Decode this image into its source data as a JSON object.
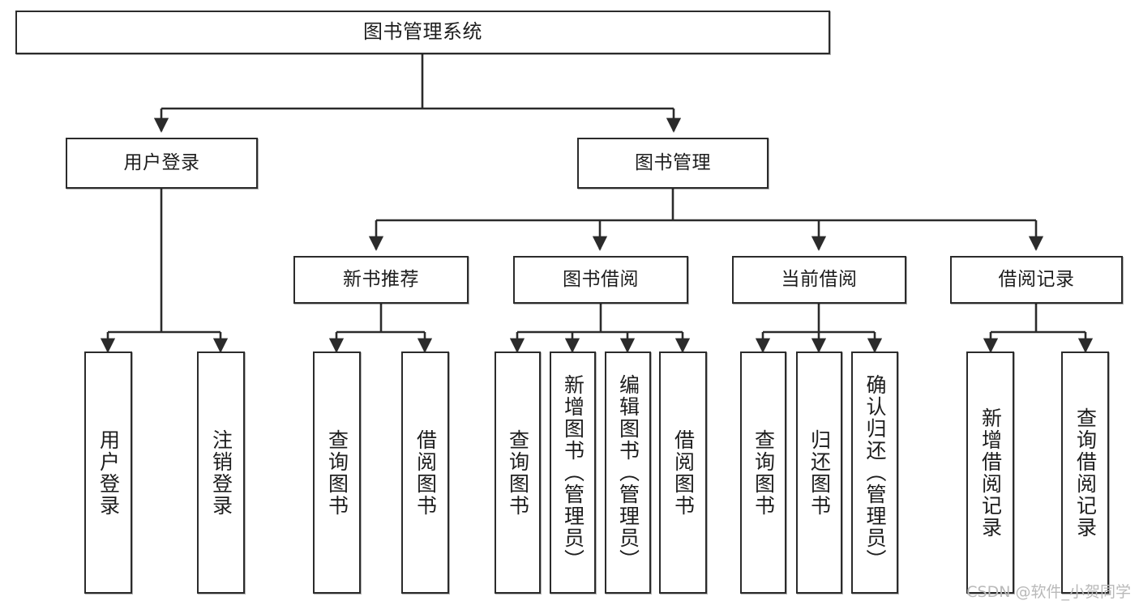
{
  "diagram": {
    "title": "图书管理系统",
    "type": "tree",
    "watermark": "CSDN @软件_小贺同学",
    "colors": {
      "box_border": "#2b2b2b",
      "box_fill": "#ffffff",
      "edge": "#2b2b2b",
      "text": "#1d1d1d",
      "watermark": "#b9b9b9"
    },
    "root": {
      "id": "root",
      "label": "图书管理系统"
    },
    "level2": [
      {
        "id": "user-login",
        "label": "用户登录"
      },
      {
        "id": "book-manage",
        "label": "图书管理"
      }
    ],
    "level3": [
      {
        "id": "new-book-rec",
        "label": "新书推荐",
        "parent": "book-manage"
      },
      {
        "id": "book-borrow",
        "label": "图书借阅",
        "parent": "book-manage"
      },
      {
        "id": "current-borrow",
        "label": "当前借阅",
        "parent": "book-manage"
      },
      {
        "id": "borrow-record",
        "label": "借阅记录",
        "parent": "book-manage"
      }
    ],
    "leaves": [
      {
        "id": "leaf-user-login",
        "label": "用户登录",
        "parent": "user-login"
      },
      {
        "id": "leaf-logout",
        "label": "注销登录",
        "parent": "user-login"
      },
      {
        "id": "leaf-query-book-1",
        "label": "查询图书",
        "parent": "new-book-rec"
      },
      {
        "id": "leaf-borrow-book-1",
        "label": "借阅图书",
        "parent": "new-book-rec"
      },
      {
        "id": "leaf-query-book-2",
        "label": "查询图书",
        "parent": "book-borrow"
      },
      {
        "id": "leaf-add-book",
        "label": "新增图书（管理员）",
        "parent": "book-borrow"
      },
      {
        "id": "leaf-edit-book",
        "label": "编辑图书（管理员）",
        "parent": "book-borrow"
      },
      {
        "id": "leaf-borrow-book-2",
        "label": "借阅图书",
        "parent": "book-borrow"
      },
      {
        "id": "leaf-query-book-3",
        "label": "查询图书",
        "parent": "current-borrow"
      },
      {
        "id": "leaf-return-book",
        "label": "归还图书",
        "parent": "current-borrow"
      },
      {
        "id": "leaf-confirm-return",
        "label": "确认归还（管理员）",
        "parent": "current-borrow"
      },
      {
        "id": "leaf-add-record",
        "label": "新增借阅记录",
        "parent": "borrow-record"
      },
      {
        "id": "leaf-query-record",
        "label": "查询借阅记录",
        "parent": "borrow-record"
      }
    ]
  }
}
